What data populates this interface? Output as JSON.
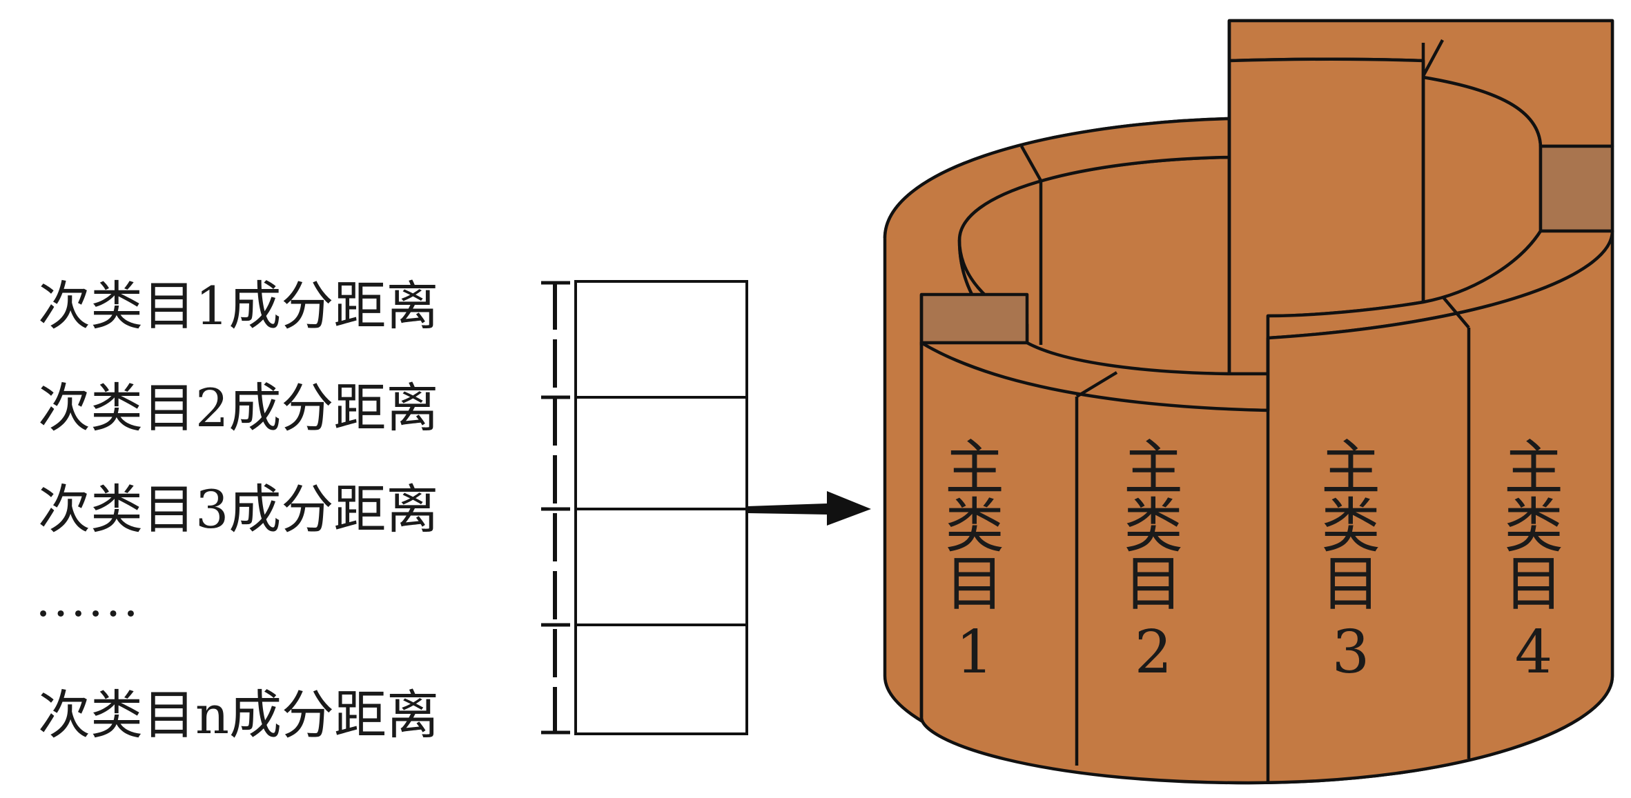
{
  "left_labels": [
    "次类目1成分距离",
    "次类目2成分距离",
    "次类目3成分距离",
    "……",
    "次类目n成分距离"
  ],
  "segments": [
    {
      "chars": [
        "主",
        "类",
        "目",
        "1"
      ]
    },
    {
      "chars": [
        "主",
        "类",
        "目",
        "2"
      ]
    },
    {
      "chars": [
        "主",
        "类",
        "目",
        "3"
      ]
    },
    {
      "chars": [
        "主",
        "类",
        "目",
        "4"
      ]
    }
  ],
  "colors": {
    "cylinder": "#c47a43",
    "cut_face": "#a9754f",
    "stroke": "#111111"
  }
}
